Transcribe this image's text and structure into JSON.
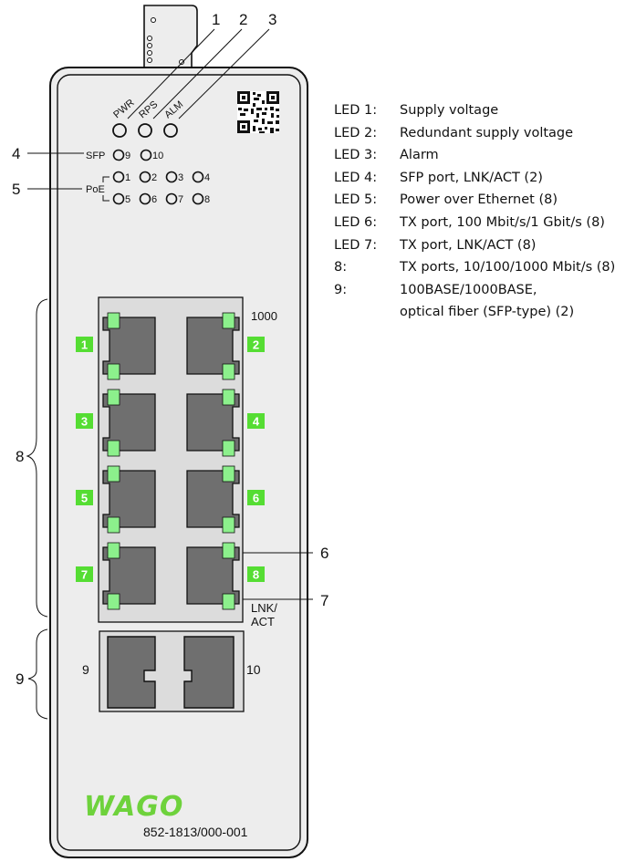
{
  "callouts": [
    "1",
    "2",
    "3",
    "4",
    "5",
    "6",
    "7",
    "8",
    "9"
  ],
  "top_leds": [
    "PWR",
    "RPS",
    "ALM"
  ],
  "sfp_row": {
    "label": "SFP",
    "ports": [
      "9",
      "10"
    ]
  },
  "poe_row": {
    "label": "PoE",
    "top": [
      "1",
      "2",
      "3",
      "4"
    ],
    "bottom": [
      "5",
      "6",
      "7",
      "8"
    ]
  },
  "port_numbers": [
    "1",
    "2",
    "3",
    "4",
    "5",
    "6",
    "7",
    "8"
  ],
  "speed_label": "1000",
  "lnk_label_1": "LNK/",
  "lnk_label_2": "ACT",
  "sfp_port_labels": [
    "9",
    "10"
  ],
  "brand": "WAGO",
  "model": "852-1813/000-001",
  "legend": [
    {
      "key": "LED 1:",
      "text": "Supply voltage"
    },
    {
      "key": "LED 2:",
      "text": "Redundant supply voltage"
    },
    {
      "key": "LED 3:",
      "text": "Alarm"
    },
    {
      "key": "LED 4:",
      "text": "SFP port, LNK/ACT (2)"
    },
    {
      "key": "LED 5:",
      "text": "Power over Ethernet (8)"
    },
    {
      "key": "LED 6:",
      "text": "TX port, 100 Mbit/s/1 Gbit/s (8)"
    },
    {
      "key": "LED 7:",
      "text": "TX port, LNK/ACT (8)"
    },
    {
      "key": "8:",
      "text": "TX ports, 10/100/1000 Mbit/s (8)"
    },
    {
      "key": "9:",
      "text": "100BASE/1000BASE,"
    },
    {
      "key": "",
      "text": "optical fiber (SFP-type) (2)"
    }
  ],
  "colors": {
    "led_green": "#8cf08c",
    "port_badge": "#55dd33",
    "port_gray": "#6f6f6f",
    "housing": "#ededed",
    "brand_green": "#6ed23c"
  }
}
